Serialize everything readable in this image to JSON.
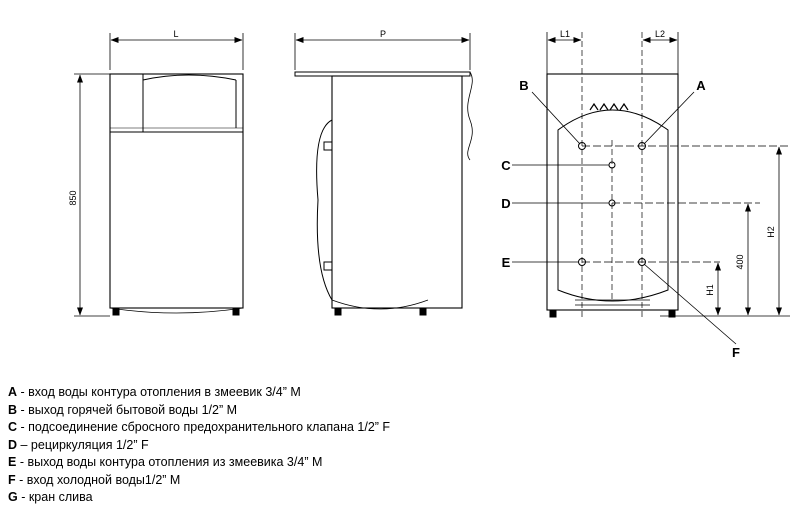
{
  "dimensions": {
    "width_L": "L",
    "depth_P": "P",
    "height_850": "850",
    "offset_L1": "L1",
    "offset_L2": "L2",
    "height_H1": "H1",
    "height_H2": "H2",
    "spacing_400": "400"
  },
  "points": {
    "A": "A",
    "B": "B",
    "C": "C",
    "D": "D",
    "E": "E",
    "F": "F"
  },
  "legend": [
    {
      "letter": "A",
      "text": " - вход воды контура отопления в змеевик 3/4” M"
    },
    {
      "letter": "B",
      "text": " - выход горячей бытовой воды 1/2” M"
    },
    {
      "letter": "C",
      "text": " - подсоединение сбросного предохранительного клапана 1/2” F"
    },
    {
      "letter": "D",
      "text": " – рециркуляция 1/2” F"
    },
    {
      "letter": "E",
      "text": " - выход воды контура отопления из змеевика 3/4” M"
    },
    {
      "letter": "F",
      "text": " - вход холодной воды1/2” M"
    },
    {
      "letter": "G",
      "text": " - кран слива"
    }
  ]
}
